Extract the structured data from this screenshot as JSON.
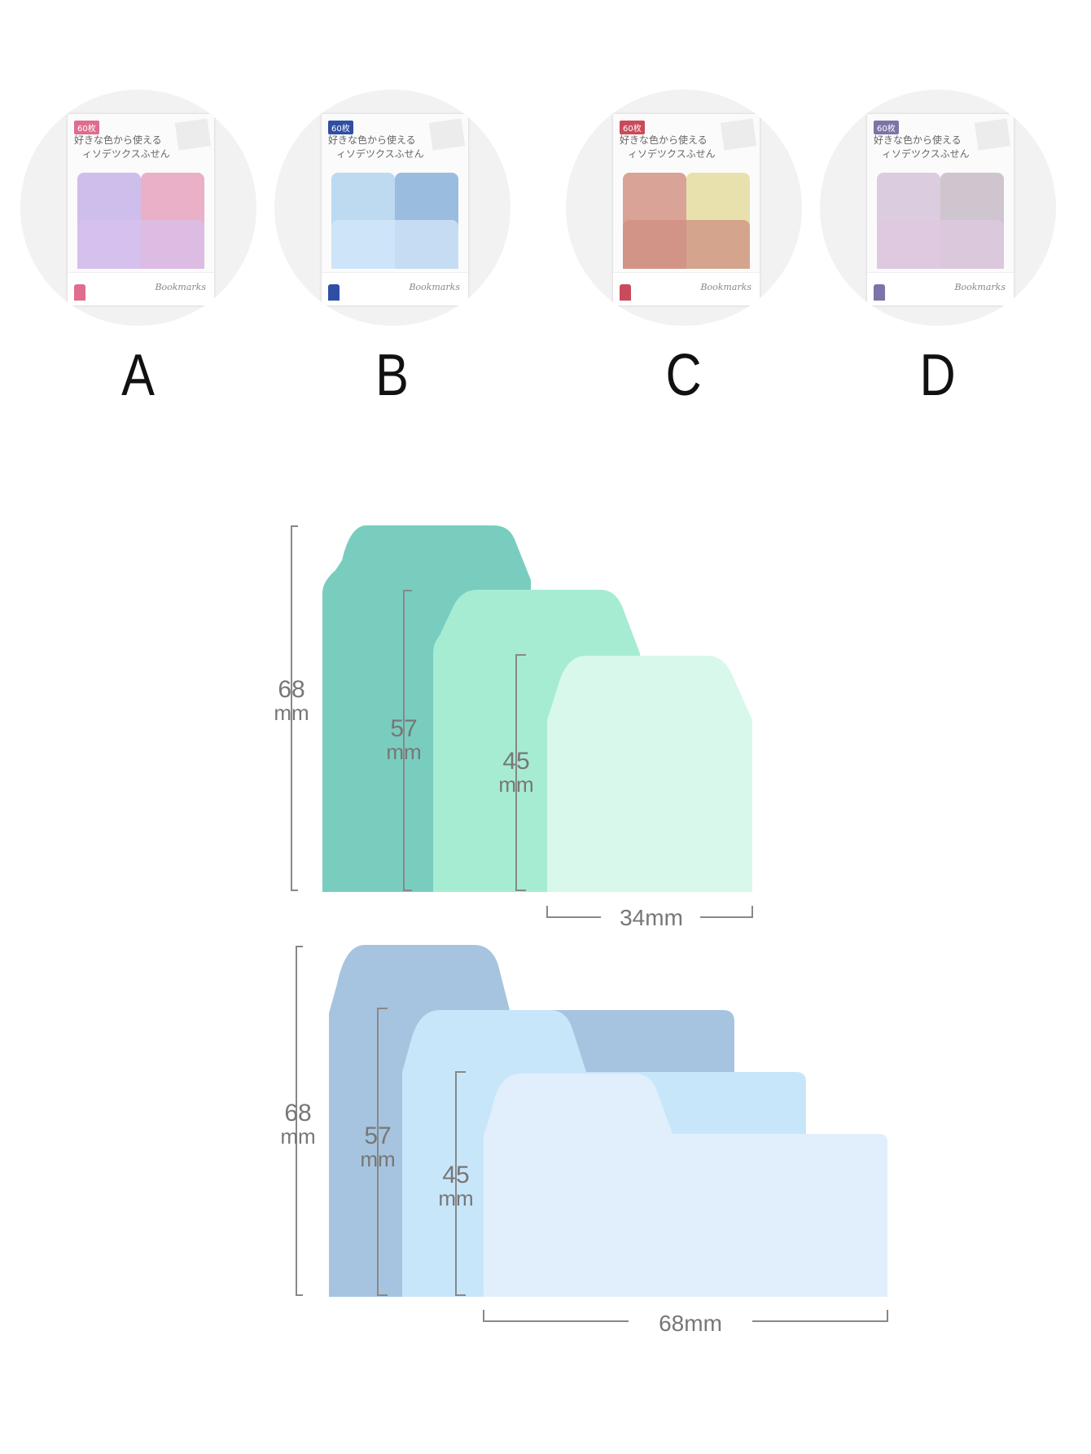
{
  "variants": [
    {
      "letter": "A",
      "badge": "60枚",
      "line1": "好きな色から使える",
      "line2": "ィソデツクスふせん",
      "brand": "Bookmarks",
      "accent": "#e06c8e",
      "tabs": [
        "#c9b7ea",
        "#e7a7c2",
        "#d8c0ee"
      ]
    },
    {
      "letter": "B",
      "badge": "60枚",
      "line1": "好きな色から使える",
      "line2": "ィソデツクスふせん",
      "brand": "Bookmarks",
      "accent": "#2f4fa4",
      "tabs": [
        "#b6d6f0",
        "#8fb5dc",
        "#d4e7fa"
      ]
    },
    {
      "letter": "C",
      "badge": "60枚",
      "line1": "好きな色から使える",
      "line2": "ィソデツクスふせん",
      "brand": "Bookmarks",
      "accent": "#c94b5b",
      "tabs": [
        "#d59a8c",
        "#e6dea4",
        "#cf8f82"
      ]
    },
    {
      "letter": "D",
      "badge": "60枚",
      "line1": "好きな色から使える",
      "line2": "ィソデツクスふせん",
      "brand": "Bookmarks",
      "accent": "#7d73a8",
      "tabs": [
        "#d7c6db",
        "#c9bfc9",
        "#dfc8e0"
      ]
    }
  ],
  "diagram_top": {
    "colors": [
      "#79cdbf",
      "#a6ecd3",
      "#d8f8ec"
    ],
    "heights": [
      "68\nmm",
      "57\nmm",
      "45\nmm"
    ],
    "h1_num": "68",
    "h1_unit": "mm",
    "h2_num": "57",
    "h2_unit": "mm",
    "h3_num": "45",
    "h3_unit": "mm",
    "width_label": "34mm"
  },
  "diagram_bottom": {
    "colors": [
      "#a6c4df",
      "#c8e6fa",
      "#e0effb"
    ],
    "h1_num": "68",
    "h1_unit": "mm",
    "h2_num": "57",
    "h2_unit": "mm",
    "h3_num": "45",
    "h3_unit": "mm",
    "width_label": "68mm"
  }
}
